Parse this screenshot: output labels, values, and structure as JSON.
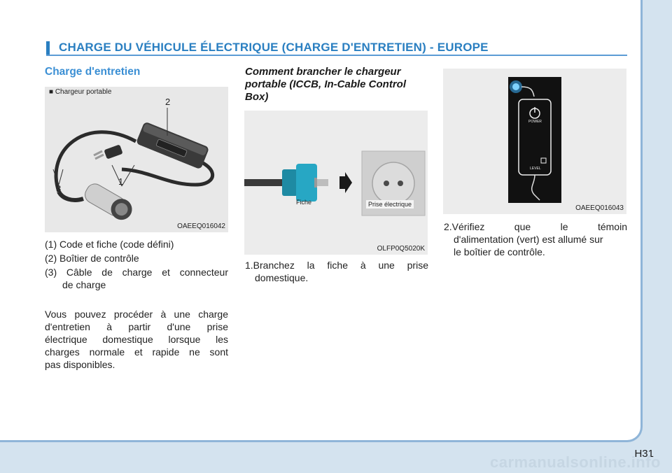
{
  "header": {
    "title": "CHARGE DU VÉHICULE ÉLECTRIQUE (CHARGE D'ENTRETIEN) - EUROPE"
  },
  "left": {
    "heading": "Charge d'entretien",
    "figure": {
      "caption": "■ Chargeur portable",
      "callouts": [
        "1",
        "2",
        "3"
      ],
      "code": "OAEEQ016042"
    },
    "list": [
      "(1) Code et fiche (code défini)",
      "(2) Boîtier de contrôle",
      "(3) Câble de charge et connecteur",
      "de charge"
    ],
    "paragraph_lines": [
      "Vous pouvez procéder à une charge",
      "d'entretien à partir d'une prise",
      "électrique domestique lorsque les",
      "charges normale et rapide ne sont",
      "pas disponibles."
    ]
  },
  "middle": {
    "heading_lines": [
      "Comment brancher le chargeur",
      "portable (ICCB, In-Cable Control",
      "Box)"
    ],
    "figure": {
      "label_plug": "Fiche",
      "label_socket": "Prise électrique",
      "code": "OLFP0Q5020K"
    },
    "step1_lines": [
      "1.Branchez la fiche à une prise",
      "domestique."
    ]
  },
  "right": {
    "figure": {
      "power_label": "POWER",
      "level_label": "LEVEL",
      "code": "OAEEQ016043"
    },
    "step2_lines": [
      "2.Vérifiez que le témoin",
      "d'alimentation (vert) est allumé sur",
      "le boîtier de contrôle."
    ]
  },
  "footer": {
    "page": "H31",
    "watermark": "carmanualsonline.info"
  },
  "colors": {
    "accent": "#2a7fc1",
    "heading": "#3b8fd4",
    "frame": "#8fb5d8",
    "background": "#d4e3ef"
  }
}
